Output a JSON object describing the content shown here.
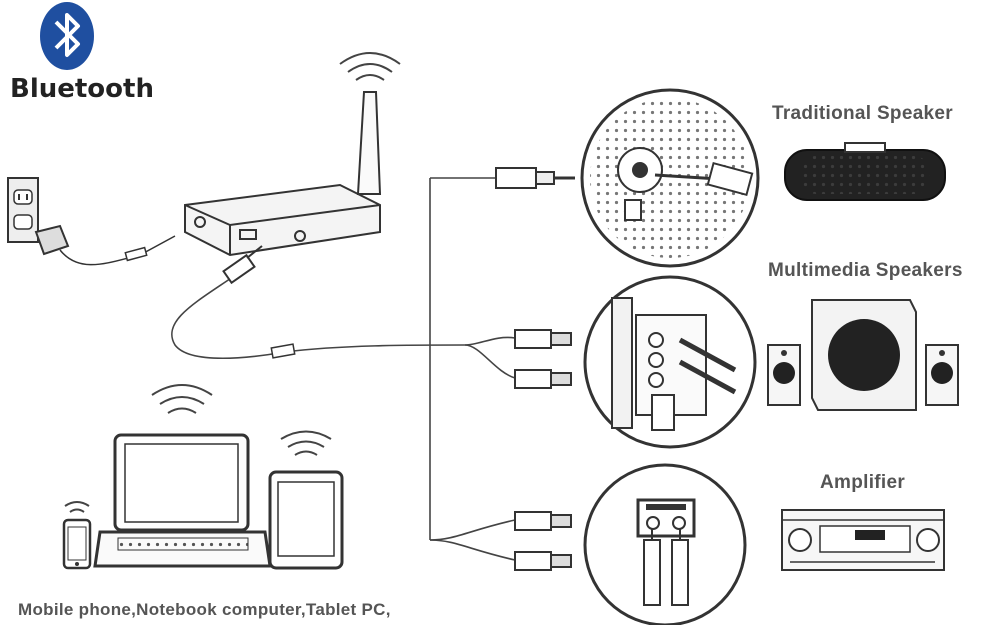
{
  "brand": {
    "logo_text": "Bluetooth",
    "logo_color": "#1f4fa0"
  },
  "labels": {
    "traditional_speaker": "Traditional Speaker",
    "multimedia_speakers": "Multimedia Speakers",
    "amplifier": "Amplifier",
    "source_devices": "Mobile phone,Notebook computer,Tablet PC,"
  },
  "icons": [
    "bluetooth-logo-icon",
    "wifi-signal-icon",
    "wall-outlet-icon",
    "power-adapter-icon",
    "receiver-device-icon",
    "audio-jack-icon",
    "rca-plug-icon",
    "laptop-icon",
    "tablet-icon",
    "phone-icon",
    "speaker-icon",
    "amplifier-icon"
  ]
}
